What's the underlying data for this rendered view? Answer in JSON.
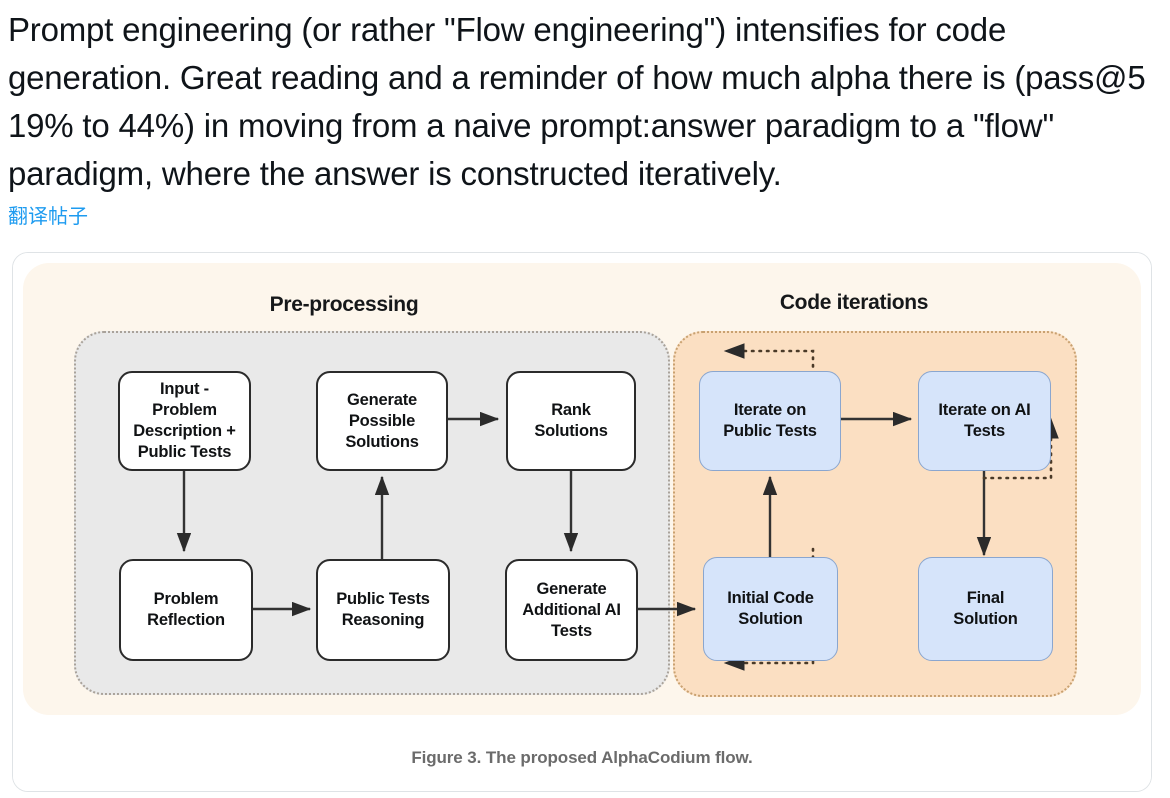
{
  "post": {
    "text": "Prompt engineering (or rather \"Flow engineering\") intensifies for code generation. Great reading and a reminder of how much alpha there is (pass@5 19% to 44%) in moving from a naive prompt:answer paradigm to a \"flow\" paradigm, where the answer is constructed iteratively.",
    "translate_link": "翻译帖子",
    "link_color": "#1d9bf0"
  },
  "figure": {
    "caption": "Figure 3. The proposed AlphaCodium flow.",
    "background_color": "#fdf6ec",
    "groups": [
      {
        "id": "pre-processing",
        "title": "Pre-processing",
        "fill": "#e9e9e9",
        "border": "#a9a29a"
      },
      {
        "id": "code-iterations",
        "title": "Code iterations",
        "fill": "#fbdfc2",
        "border": "#c9a170"
      }
    ],
    "nodes": [
      {
        "id": "input-problem",
        "label": "Input -\nProblem\nDescription +\nPublic Tests",
        "style": "white"
      },
      {
        "id": "generate-possible",
        "label": "Generate\nPossible\nSolutions",
        "style": "white"
      },
      {
        "id": "rank-solutions",
        "label": "Rank\nSolutions",
        "style": "white"
      },
      {
        "id": "problem-reflection",
        "label": "Problem\nReflection",
        "style": "white"
      },
      {
        "id": "public-tests-reason",
        "label": "Public Tests\nReasoning",
        "style": "white"
      },
      {
        "id": "generate-ai-tests",
        "label": "Generate\nAdditional AI\nTests",
        "style": "white"
      },
      {
        "id": "iterate-public-tests",
        "label": "Iterate on\nPublic Tests",
        "style": "blue"
      },
      {
        "id": "iterate-ai-tests",
        "label": "Iterate on AI\nTests",
        "style": "blue"
      },
      {
        "id": "initial-code",
        "label": "Initial Code\nSolution",
        "style": "blue"
      },
      {
        "id": "final-solution",
        "label": "Final\nSolution",
        "style": "blue"
      }
    ],
    "node_fill_white": "#ffffff",
    "node_fill_blue": "#d6e4fa",
    "edge_color": "#333333",
    "dotted_edge_color": "#5a4632"
  }
}
